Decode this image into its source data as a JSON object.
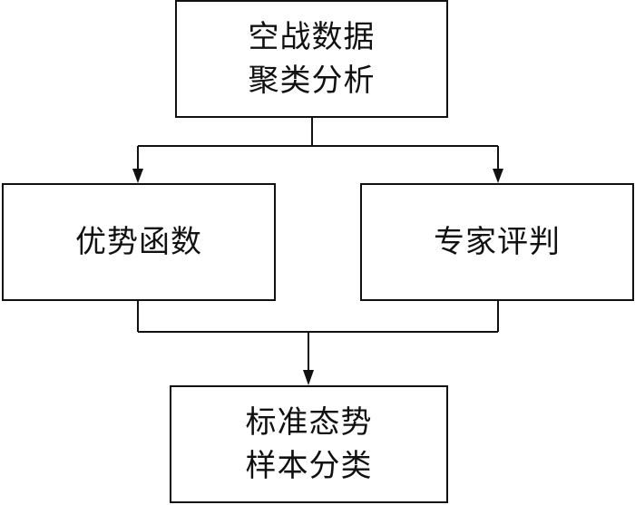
{
  "diagram": {
    "top_box": {
      "line1": "空战数据",
      "line2": "聚类分析"
    },
    "left_box": {
      "label": "优势函数"
    },
    "right_box": {
      "label": "专家评判"
    },
    "bottom_box": {
      "line1": "标准态势",
      "line2": "样本分类"
    }
  }
}
